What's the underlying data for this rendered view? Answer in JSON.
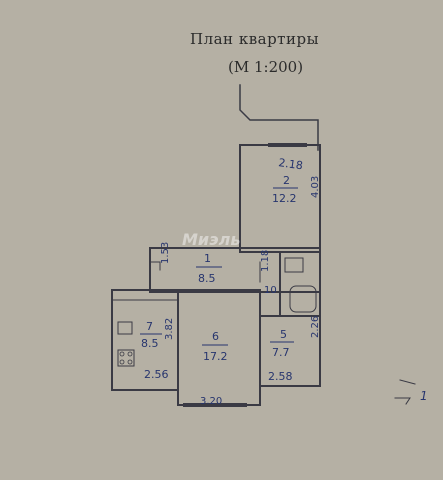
{
  "header": {
    "title": "План квартиры",
    "scale": "(М 1:200)"
  },
  "watermark": {
    "text": "Миэль"
  },
  "rooms": [
    {
      "id": "room-2",
      "number": "2",
      "area": "12.2",
      "width_dim": "2.18",
      "length_dim": "4.03"
    },
    {
      "id": "room-1",
      "number": "1",
      "area": "8.5",
      "width_dim": "1.53",
      "length_dim": "1.18"
    },
    {
      "id": "room-6",
      "number": "6",
      "area": "17.2",
      "width_dim": "3.20",
      "length_dim": "3.82"
    },
    {
      "id": "room-7",
      "number": "7",
      "area": "8.5",
      "width_dim": "2.56"
    },
    {
      "id": "room-5",
      "number": "5",
      "area": "7.7",
      "width_dim": "2.58",
      "length_dim": "2.26"
    }
  ],
  "small_labels": {
    "corridor_10": "10"
  },
  "corner_mark": "1",
  "colors": {
    "ink": "#27356e",
    "lines": "#3a3a44",
    "paper": "#b5b0a4"
  }
}
